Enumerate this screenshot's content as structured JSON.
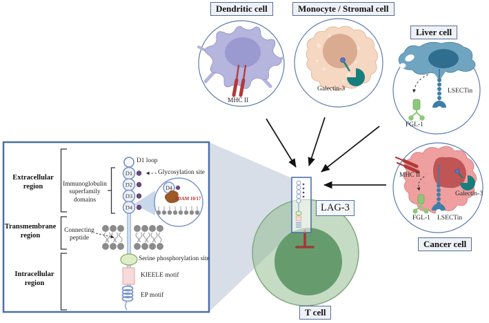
{
  "figure": {
    "cells": {
      "dendritic": {
        "label": "Dendritic cell",
        "mhc2": "MHC II"
      },
      "monocyte": {
        "label": "Monocyte / Stromal cell",
        "galectin3": "Galectin-3"
      },
      "liver": {
        "label": "Liver cell",
        "lsectin": "LSECTin",
        "fgl1": "FGL-1"
      },
      "cancer": {
        "label": "Cancer cell",
        "mhc2": "MHC II",
        "galectin3": "Galectin-3",
        "fgl1": "FGL-1",
        "lsectin": "LSECTin"
      },
      "tcell": {
        "label": "T cell",
        "receptor": "LAG-3"
      }
    },
    "panel": {
      "regions": {
        "extracellular": "Extracellular region",
        "transmembrane": "Transmembrane region",
        "intracellular": "Intracellular region"
      },
      "d1_loop": "D1 loop",
      "domains": [
        "D1",
        "D2",
        "D3",
        "D4"
      ],
      "zoom_domain": "D4",
      "glycosylation_site": "Glycosylation site",
      "ig_superfamily": "Immunoglobulin superfamily domains",
      "connecting_peptide": "Connecting peptide",
      "adam": "ADAM 10/17",
      "serine_site": "Serine phosphorylation site",
      "kieele_motif": "KIEELE motif",
      "ep_motif": "EP motif"
    },
    "colors": {
      "panel_border": "#4a6fa8",
      "label_border": "#5a6b8c",
      "label_bg": "#eef1f7",
      "dendritic_fill": "#b5b5dd",
      "dendritic_nucleus": "#9a9ad0",
      "monocyte_fill": "#f5d7c2",
      "monocyte_nucleus": "#d9ab91",
      "liver_fill": "#6fa5c0",
      "liver_nucleus": "#2f6e8e",
      "cancer_fill": "#ef9f9f",
      "cancer_nucleus": "#c05555",
      "tcell_fill": "#a8cba3",
      "tcell_nucleus": "#5f9a64",
      "galectin3": "#177e7e",
      "mhc2": "#b03a3a",
      "fgl1": "#8cc87a",
      "lsectin": "#3d7fa8",
      "glyco_dot": "#6b4a7d",
      "serine_fill": "#ddeec6",
      "kieele_fill": "#f9dada",
      "ep_coil": "#7a96d0",
      "beam": "#d6dce7",
      "inhibition": "#a03939",
      "adam_fill": "#9b5a28"
    }
  }
}
